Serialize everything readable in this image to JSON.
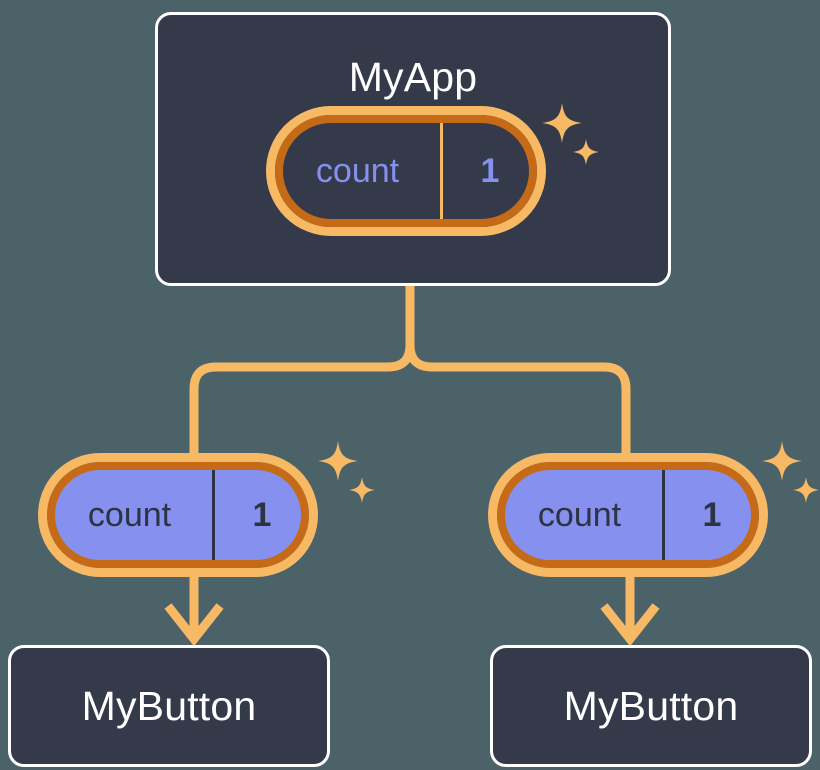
{
  "diagram": {
    "title_semantic": "react-state-propagation-tree",
    "background_color": "#4c6269"
  },
  "colors": {
    "page_background": "#4c6269",
    "box_fill": "#343a4a",
    "box_border": "#ffffff",
    "pill_ring_outer": "#c56a16",
    "pill_ring_inner": "#f8b964",
    "pill_fill_leaf": "#8690ee",
    "state_text_accent": "#8690ee",
    "leaf_text": "#2c3342",
    "connector": "#f8b964",
    "sparkle": "#f8b964",
    "title_text": "#ffffff"
  },
  "nodes": {
    "app": {
      "title": "MyApp",
      "state": {
        "key": "count",
        "value": "1"
      },
      "sparkle_icon": "sparkles-icon"
    },
    "children": [
      {
        "title": "MyButton",
        "state": {
          "key": "count",
          "value": "1"
        },
        "sparkle_icon": "sparkles-icon"
      },
      {
        "title": "MyButton",
        "state": {
          "key": "count",
          "value": "1"
        },
        "sparkle_icon": "sparkles-icon"
      }
    ]
  },
  "connectors": {
    "trunk_icon": "tree-branch-connector",
    "arrow_icon": "arrow-down-icon"
  }
}
